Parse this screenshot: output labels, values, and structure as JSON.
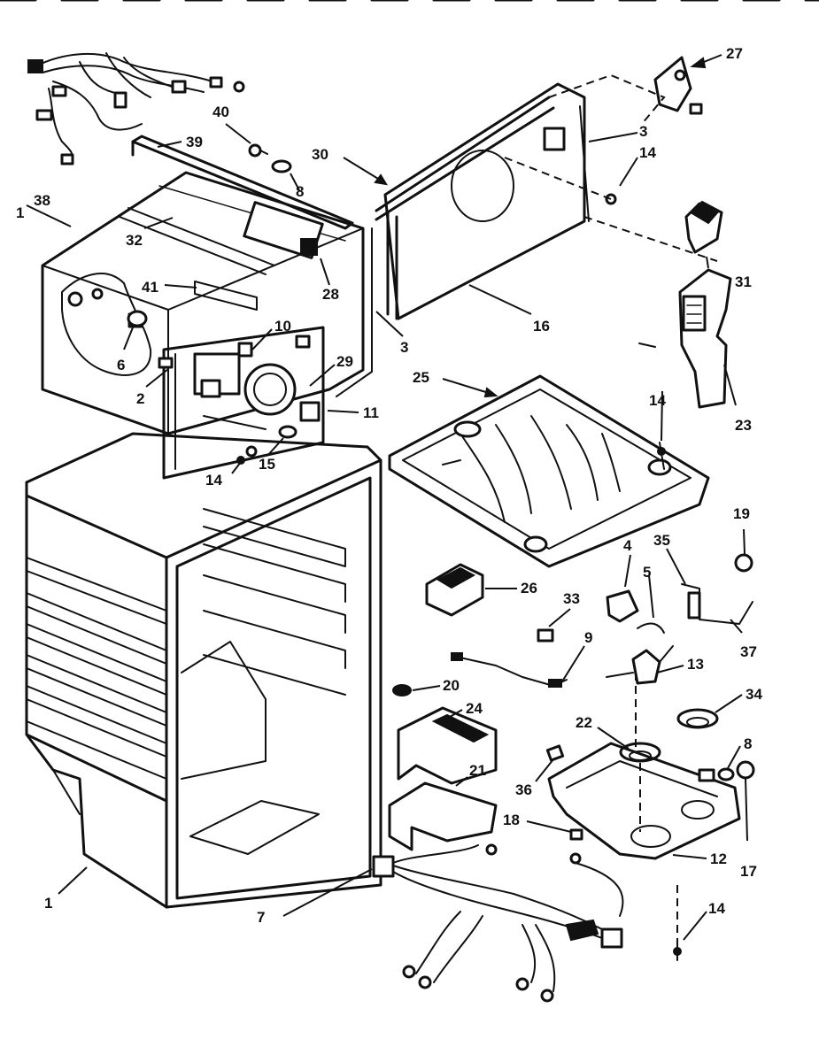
{
  "callouts": [
    {
      "id": "c27",
      "text": "27"
    },
    {
      "id": "c3a",
      "text": "3"
    },
    {
      "id": "c14a",
      "text": "14"
    },
    {
      "id": "c40",
      "text": "40"
    },
    {
      "id": "c39",
      "text": "39"
    },
    {
      "id": "c30",
      "text": "30"
    },
    {
      "id": "c8a",
      "text": "8"
    },
    {
      "id": "c38",
      "text": "38"
    },
    {
      "id": "c1a",
      "text": "1"
    },
    {
      "id": "c32",
      "text": "32"
    },
    {
      "id": "c31",
      "text": "31"
    },
    {
      "id": "c28",
      "text": "28"
    },
    {
      "id": "c41",
      "text": "41"
    },
    {
      "id": "c16",
      "text": "16"
    },
    {
      "id": "c6",
      "text": "6"
    },
    {
      "id": "c10",
      "text": "10"
    },
    {
      "id": "c3b",
      "text": "3"
    },
    {
      "id": "c29",
      "text": "29"
    },
    {
      "id": "c25",
      "text": "25"
    },
    {
      "id": "c14b",
      "text": "14"
    },
    {
      "id": "c23",
      "text": "23"
    },
    {
      "id": "c2",
      "text": "2"
    },
    {
      "id": "c11",
      "text": "11"
    },
    {
      "id": "c15",
      "text": "15"
    },
    {
      "id": "c14c",
      "text": "14"
    },
    {
      "id": "c19",
      "text": "19"
    },
    {
      "id": "c4",
      "text": "4"
    },
    {
      "id": "c35",
      "text": "35"
    },
    {
      "id": "c5",
      "text": "5"
    },
    {
      "id": "c26",
      "text": "26"
    },
    {
      "id": "c33",
      "text": "33"
    },
    {
      "id": "c37",
      "text": "37"
    },
    {
      "id": "c9",
      "text": "9"
    },
    {
      "id": "c13",
      "text": "13"
    },
    {
      "id": "c20",
      "text": "20"
    },
    {
      "id": "c34",
      "text": "34"
    },
    {
      "id": "c24",
      "text": "24"
    },
    {
      "id": "c22",
      "text": "22"
    },
    {
      "id": "c8b",
      "text": "8"
    },
    {
      "id": "c21",
      "text": "21"
    },
    {
      "id": "c36",
      "text": "36"
    },
    {
      "id": "c17",
      "text": "17"
    },
    {
      "id": "c18",
      "text": "18"
    },
    {
      "id": "c12",
      "text": "12"
    },
    {
      "id": "c1b",
      "text": "1"
    },
    {
      "id": "c7",
      "text": "7"
    },
    {
      "id": "c14d",
      "text": "14"
    }
  ]
}
